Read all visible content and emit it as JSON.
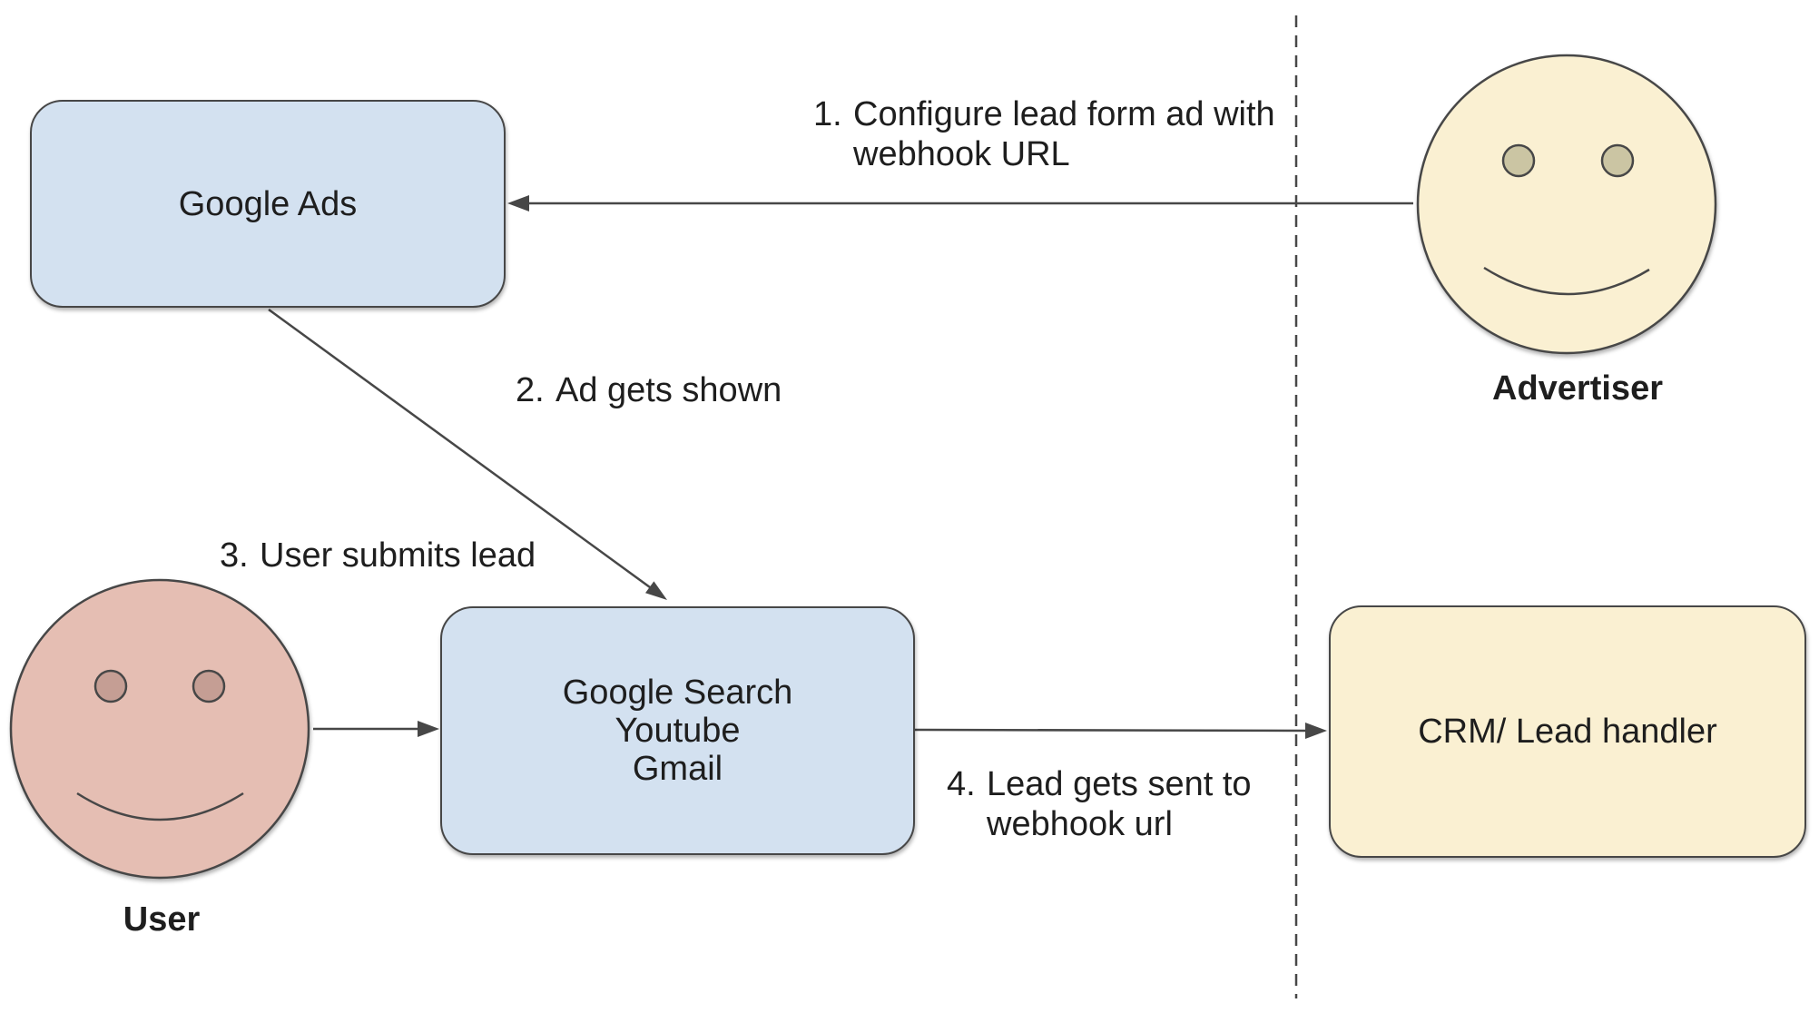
{
  "diagram": {
    "nodes": {
      "google_ads": {
        "label": "Google Ads"
      },
      "platforms": {
        "label": "Google Search\nYoutube\nGmail"
      },
      "crm": {
        "label": "CRM/ Lead handler"
      }
    },
    "actors": {
      "advertiser": {
        "label": "Advertiser"
      },
      "user": {
        "label": "User"
      }
    },
    "steps": [
      {
        "num": "1.",
        "lines": [
          "Configure lead form ad with",
          "webhook URL"
        ]
      },
      {
        "num": "2.",
        "lines": [
          "Ad gets shown"
        ]
      },
      {
        "num": "3.",
        "lines": [
          "User submits lead"
        ]
      },
      {
        "num": "4.",
        "lines": [
          "Lead gets sent to",
          "webhook url"
        ]
      }
    ],
    "colors": {
      "line": "#474747",
      "blue": "#d3e1f0",
      "cream": "#faf0d2",
      "pink": "#e5beb3",
      "pink_eye": "#c59e94",
      "tan_eye": "#cbc5a3",
      "text": "#1e1e1e"
    }
  }
}
